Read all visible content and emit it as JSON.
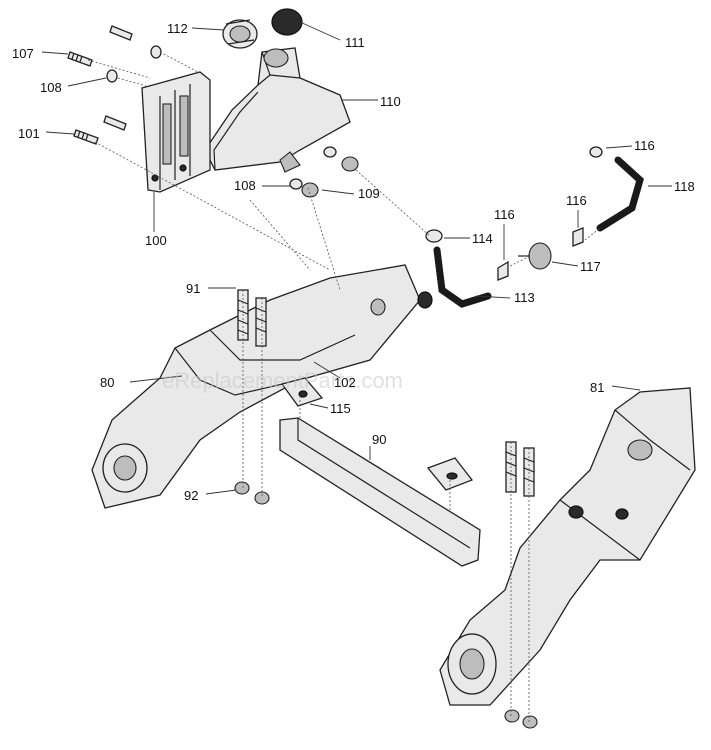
{
  "watermark": "eReplacementParts.com",
  "labels": {
    "p112": "112",
    "p111": "111",
    "p107": "107",
    "p108a": "108",
    "p110": "110",
    "p101": "101",
    "p108b": "108",
    "p109": "109",
    "p100": "100",
    "p116a": "116",
    "p118": "118",
    "p116b": "116",
    "p116c": "116",
    "p114": "114",
    "p117": "117",
    "p113": "113",
    "p91": "91",
    "p80": "80",
    "p102": "102",
    "p115": "115",
    "p81": "81",
    "p90": "90",
    "p92": "92"
  }
}
